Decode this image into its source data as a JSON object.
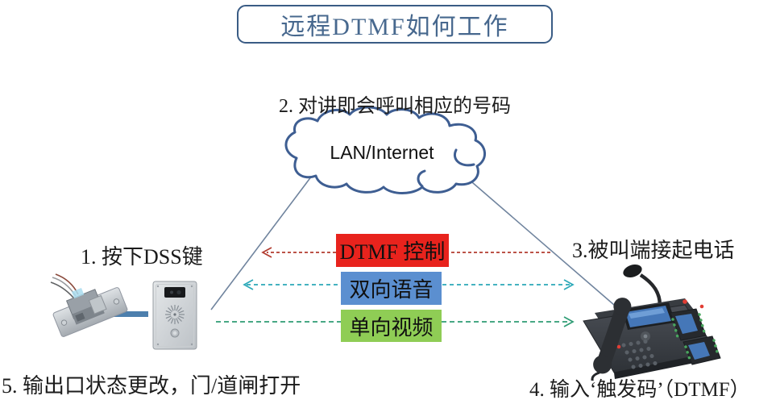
{
  "title": "远程DTMF如何工作",
  "cloud": {
    "label": "LAN/Internet"
  },
  "steps": {
    "step1": "1. 按下DSS键",
    "step2": "2. 对讲即会呼叫相应的号码",
    "step3": "3.被叫端接起电话",
    "step4": "4. 输入‘触发码’（DTMF）",
    "step5": "5. 输出口状态更改，门/道闸打开"
  },
  "channels": [
    {
      "id": "dtmf-control",
      "label": "DTMF 控制",
      "box_color": "#E8231D",
      "line_color": "#B23B2F",
      "direction": "right-to-left"
    },
    {
      "id": "two-way-audio",
      "label": "双向语音",
      "box_color": "#5B8FD0",
      "line_color": "#2BA8B8",
      "direction": "bidirectional"
    },
    {
      "id": "one-way-video",
      "label": "单向视频",
      "box_color": "#8FCD55",
      "line_color": "#2E9C74",
      "direction": "left-to-right"
    }
  ],
  "images": {
    "lock": "electric-door-strike",
    "intercom": "door-intercom",
    "phone": "ip-phone-with-gooseneck-mic"
  },
  "palette": {
    "title_text": "#47688E",
    "title_border": "#3A5C85",
    "cloud_stroke": "#3E5E92",
    "diagonal_line": "#70849E",
    "connector": "#4D7FAD",
    "label_text": "#1C1C1C"
  }
}
